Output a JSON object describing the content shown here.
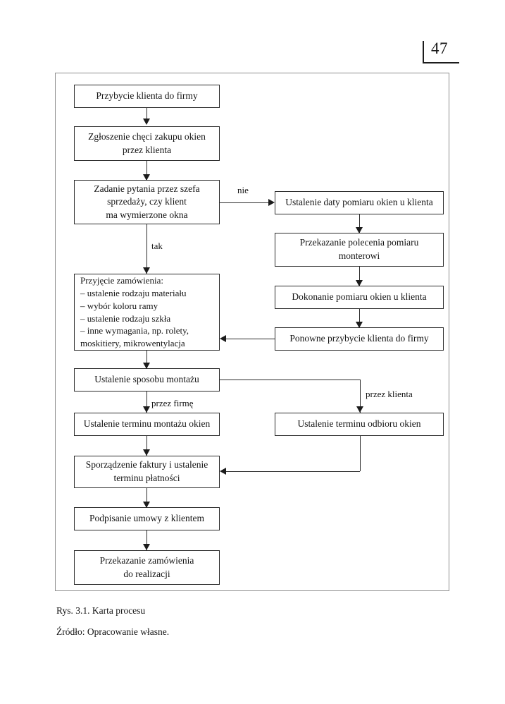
{
  "page": {
    "number": "47"
  },
  "figure": {
    "caption": "Rys. 3.1. Karta procesu",
    "source": "Źródło: Opracowanie własne."
  },
  "flowchart": {
    "type": "process-flowchart",
    "nodes": [
      {
        "id": "arrival",
        "label": "Przybycie klienta do firmy"
      },
      {
        "id": "request",
        "label": "Zgłoszenie chęci zakupu okien\nprzez klienta"
      },
      {
        "id": "question",
        "label": "Zadanie pytania przez szefa\nsprzedaży, czy klient\nma wymierzone okna"
      },
      {
        "id": "order",
        "label": "Przyjęcie zamówienia:\n  – ustalenie rodzaju materiału\n  – wybór koloru ramy\n  – ustalenie rodzaju szkła\n  – inne wymagania, np. rolety,\n     moskitiery, mikrowentylacja"
      },
      {
        "id": "measure-date",
        "label": "Ustalenie daty pomiaru okien u klienta"
      },
      {
        "id": "measure-order",
        "label": "Przekazanie polecenia pomiaru\nmonterowi"
      },
      {
        "id": "measure-done",
        "label": "Dokonanie pomiaru okien u klienta"
      },
      {
        "id": "return-visit",
        "label": "Ponowne przybycie klienta do firmy"
      },
      {
        "id": "install-method",
        "label": "Ustalenie sposobu montażu"
      },
      {
        "id": "install-date",
        "label": "Ustalenie terminu montażu okien"
      },
      {
        "id": "pickup-date",
        "label": "Ustalenie terminu odbioru okien"
      },
      {
        "id": "invoice",
        "label": "Sporządzenie faktury i ustalenie\nterminu płatności"
      },
      {
        "id": "contract",
        "label": "Podpisanie umowy z klientem"
      },
      {
        "id": "handover",
        "label": "Przekazanie zamówienia\ndo realizacji"
      }
    ],
    "edge_labels": [
      {
        "id": "no",
        "label": "nie"
      },
      {
        "id": "yes",
        "label": "tak"
      },
      {
        "id": "by-company",
        "label": "przez firmę"
      },
      {
        "id": "by-client",
        "label": "przez klienta"
      }
    ]
  },
  "colors": {
    "page_background": "#ffffff",
    "ink": "#141414",
    "frame": "#8e8e8e",
    "box_border": "#2b2b2b"
  }
}
